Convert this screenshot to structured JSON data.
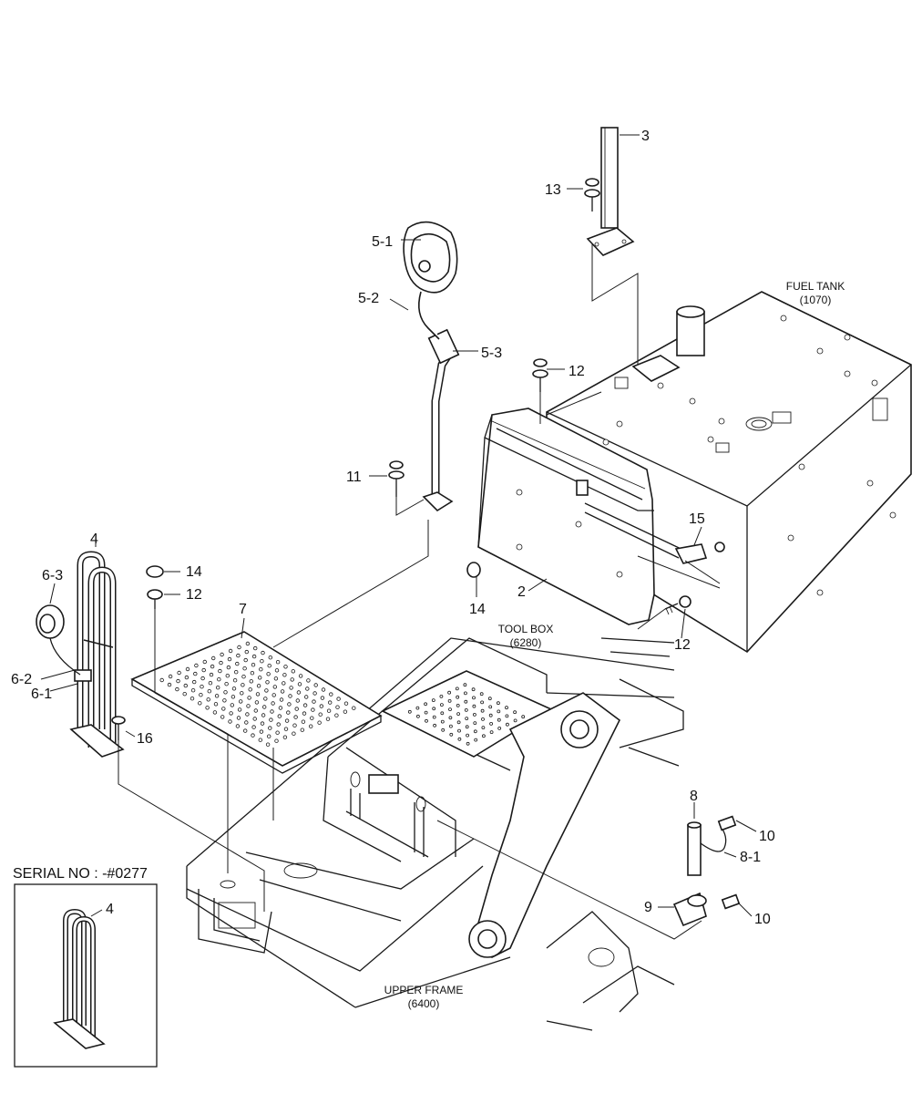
{
  "parts": {
    "p3": "3",
    "p13": "13",
    "p5_1": "5-1",
    "p5_2": "5-2",
    "p5_3": "5-3",
    "p12a": "12",
    "p11": "11",
    "p15": "15",
    "p4": "4",
    "p6_3": "6-3",
    "p14a": "14",
    "p12b": "12",
    "p7": "7",
    "p14b": "14",
    "p2": "2",
    "p12c": "12",
    "p6_2": "6-2",
    "p6_1": "6-1",
    "p16": "16",
    "p8": "8",
    "p10a": "10",
    "p8_1": "8-1",
    "p9": "9",
    "p10b": "10",
    "p4_inset": "4"
  },
  "notes": {
    "fuel_tank": "FUEL TANK",
    "fuel_tank_code": "(1070)",
    "tool_box": "TOOL BOX",
    "tool_box_code": "(6280)",
    "upper_frame": "UPPER FRAME",
    "upper_frame_code": "(6400)"
  },
  "inset": {
    "title": "SERIAL NO : -#0277"
  }
}
